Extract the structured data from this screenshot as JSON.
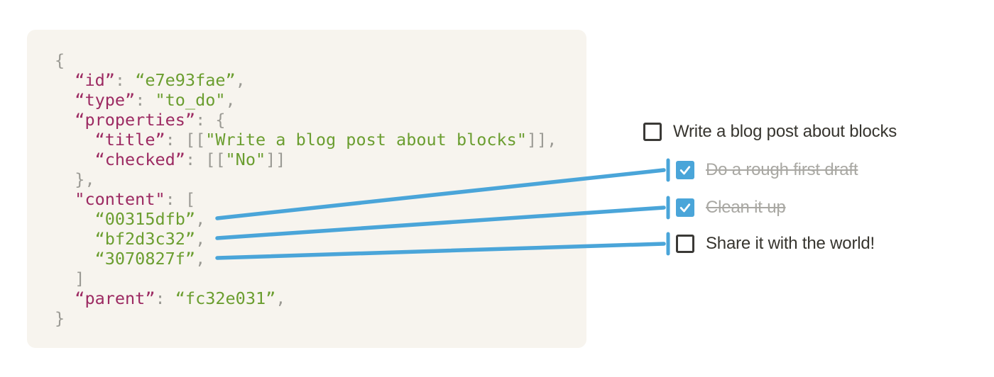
{
  "colors": {
    "page_bg": "#ffffff",
    "code_bg": "#f7f4ee",
    "key": "#9c2a62",
    "string": "#6b9e30",
    "punct": "#9b9a94",
    "blue": "#4aa5d9",
    "text_dark": "#37352f",
    "text_done": "#a9a8a3",
    "checkbox_border": "#3a3936",
    "checkmark": "#ffffff"
  },
  "code_block": {
    "language": "json",
    "lines": [
      [
        {
          "t": "{",
          "c": "punct"
        }
      ],
      [
        {
          "t": "  ",
          "c": "punct"
        },
        {
          "t": "“id”",
          "c": "key"
        },
        {
          "t": ": ",
          "c": "punct"
        },
        {
          "t": "“e7e93fae”",
          "c": "string"
        },
        {
          "t": ",",
          "c": "punct"
        }
      ],
      [
        {
          "t": "  ",
          "c": "punct"
        },
        {
          "t": "“type”",
          "c": "key"
        },
        {
          "t": ": ",
          "c": "punct"
        },
        {
          "t": "\"to_do\"",
          "c": "string"
        },
        {
          "t": ",",
          "c": "punct"
        }
      ],
      [
        {
          "t": "  ",
          "c": "punct"
        },
        {
          "t": "“properties”",
          "c": "key"
        },
        {
          "t": ": ",
          "c": "punct"
        },
        {
          "t": "{",
          "c": "punct"
        }
      ],
      [
        {
          "t": "    ",
          "c": "punct"
        },
        {
          "t": "“title”",
          "c": "key"
        },
        {
          "t": ": ",
          "c": "punct"
        },
        {
          "t": "[[",
          "c": "punct"
        },
        {
          "t": "\"Write a blog post about blocks\"",
          "c": "string"
        },
        {
          "t": "]],",
          "c": "punct"
        }
      ],
      [
        {
          "t": "    ",
          "c": "punct"
        },
        {
          "t": "“checked”",
          "c": "key"
        },
        {
          "t": ": ",
          "c": "punct"
        },
        {
          "t": "[[",
          "c": "punct"
        },
        {
          "t": "\"No\"",
          "c": "string"
        },
        {
          "t": "]]",
          "c": "punct"
        }
      ],
      [
        {
          "t": "  },",
          "c": "punct"
        }
      ],
      [
        {
          "t": "  ",
          "c": "punct"
        },
        {
          "t": "\"content\"",
          "c": "key"
        },
        {
          "t": ": ",
          "c": "punct"
        },
        {
          "t": "[",
          "c": "punct"
        }
      ],
      [
        {
          "t": "    ",
          "c": "punct"
        },
        {
          "t": "“00315dfb”",
          "c": "string"
        },
        {
          "t": ",",
          "c": "punct"
        }
      ],
      [
        {
          "t": "    ",
          "c": "punct"
        },
        {
          "t": "“bf2d3c32”",
          "c": "string"
        },
        {
          "t": ",",
          "c": "punct"
        }
      ],
      [
        {
          "t": "    ",
          "c": "punct"
        },
        {
          "t": "“3070827f”",
          "c": "string"
        },
        {
          "t": ",",
          "c": "punct"
        }
      ],
      [
        {
          "t": "  ]",
          "c": "punct"
        }
      ],
      [
        {
          "t": "  ",
          "c": "punct"
        },
        {
          "t": "“parent”",
          "c": "key"
        },
        {
          "t": ": ",
          "c": "punct"
        },
        {
          "t": "“fc32e031”",
          "c": "string"
        },
        {
          "t": ",",
          "c": "punct"
        }
      ],
      [
        {
          "t": "}",
          "c": "punct"
        }
      ]
    ]
  },
  "todo_list": {
    "items": [
      {
        "label": "Write a blog post about blocks",
        "checked": false,
        "done": false,
        "indented": false
      },
      {
        "label": "Do a rough first draft",
        "checked": true,
        "done": true,
        "indented": true
      },
      {
        "label": "Clean it up",
        "checked": true,
        "done": true,
        "indented": true
      },
      {
        "label": "Share it with the world!",
        "checked": false,
        "done": false,
        "indented": true
      }
    ]
  },
  "connections": [
    {
      "from_content_id": "00315dfb",
      "to_item": "Do a rough first draft"
    },
    {
      "from_content_id": "bf2d3c32",
      "to_item": "Clean it up"
    },
    {
      "from_content_id": "3070827f",
      "to_item": "Share it with the world!"
    }
  ]
}
